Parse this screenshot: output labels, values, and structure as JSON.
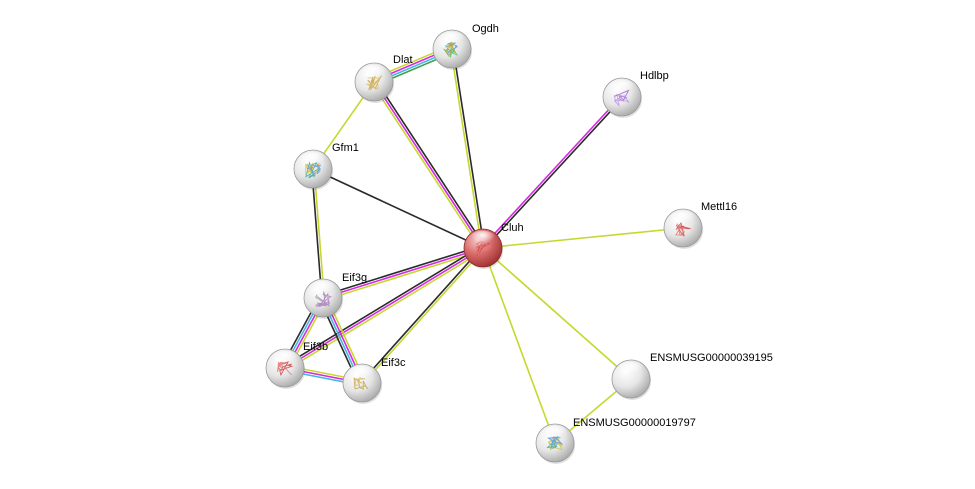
{
  "network": {
    "colors": {
      "textmining": "#c6d830",
      "coexpression": "#2b2b2b",
      "experiments": "#d62be0",
      "database": "#45b9e4",
      "neighborhood": "#3aa04a",
      "query_node": "#d66a6a",
      "node": "#e8e8e8"
    },
    "nodes": [
      {
        "id": "cluh",
        "label": "Cluh",
        "query": true,
        "icon": "protein-structure-red"
      },
      {
        "id": "ogdh",
        "label": "Ogdh",
        "icon": "protein-structure-blue-green"
      },
      {
        "id": "dlat",
        "label": "Dlat",
        "icon": "protein-structure-yellow"
      },
      {
        "id": "hdlbp",
        "label": "Hdlbp",
        "icon": "protein-structure-purple"
      },
      {
        "id": "gfm1",
        "label": "Gfm1",
        "icon": "protein-structure-teal"
      },
      {
        "id": "mettl16",
        "label": "Mettl16",
        "icon": "protein-structure-red"
      },
      {
        "id": "eif3g",
        "label": "Eif3g",
        "icon": "protein-structure-gray"
      },
      {
        "id": "eif3b",
        "label": "Eif3b",
        "icon": "protein-structure-red"
      },
      {
        "id": "eif3c",
        "label": "Eif3c",
        "icon": "protein-structure-yellow"
      },
      {
        "id": "ensmusg39195",
        "label": "ENSMUSG00000039195",
        "icon": "empty-node"
      },
      {
        "id": "ensmusg19797",
        "label": "ENSMUSG00000019797",
        "icon": "protein-structure-teal"
      }
    ],
    "edges": [
      {
        "from": "cluh",
        "to": "dlat",
        "types": [
          "textmining",
          "experiments",
          "coexpression"
        ]
      },
      {
        "from": "cluh",
        "to": "ogdh",
        "types": [
          "textmining",
          "coexpression"
        ]
      },
      {
        "from": "cluh",
        "to": "hdlbp",
        "types": [
          "experiments",
          "coexpression"
        ]
      },
      {
        "from": "cluh",
        "to": "gfm1",
        "types": [
          "coexpression"
        ]
      },
      {
        "from": "cluh",
        "to": "mettl16",
        "types": [
          "textmining"
        ]
      },
      {
        "from": "cluh",
        "to": "eif3g",
        "types": [
          "textmining",
          "experiments",
          "coexpression"
        ]
      },
      {
        "from": "cluh",
        "to": "eif3b",
        "types": [
          "textmining",
          "experiments",
          "coexpression"
        ]
      },
      {
        "from": "cluh",
        "to": "eif3c",
        "types": [
          "textmining",
          "coexpression"
        ]
      },
      {
        "from": "cluh",
        "to": "ensmusg39195",
        "types": [
          "textmining"
        ]
      },
      {
        "from": "cluh",
        "to": "ensmusg19797",
        "types": [
          "textmining"
        ]
      },
      {
        "from": "dlat",
        "to": "ogdh",
        "types": [
          "textmining",
          "experiments",
          "database",
          "neighborhood"
        ]
      },
      {
        "from": "dlat",
        "to": "gfm1",
        "types": [
          "textmining"
        ]
      },
      {
        "from": "gfm1",
        "to": "eif3g",
        "types": [
          "textmining",
          "coexpression"
        ]
      },
      {
        "from": "eif3g",
        "to": "eif3b",
        "types": [
          "textmining",
          "experiments",
          "database",
          "coexpression"
        ]
      },
      {
        "from": "eif3g",
        "to": "eif3c",
        "types": [
          "textmining",
          "experiments",
          "database",
          "coexpression"
        ]
      },
      {
        "from": "eif3b",
        "to": "eif3c",
        "types": [
          "textmining",
          "experiments",
          "database"
        ]
      },
      {
        "from": "ensmusg39195",
        "to": "ensmusg19797",
        "types": [
          "textmining"
        ]
      }
    ]
  }
}
